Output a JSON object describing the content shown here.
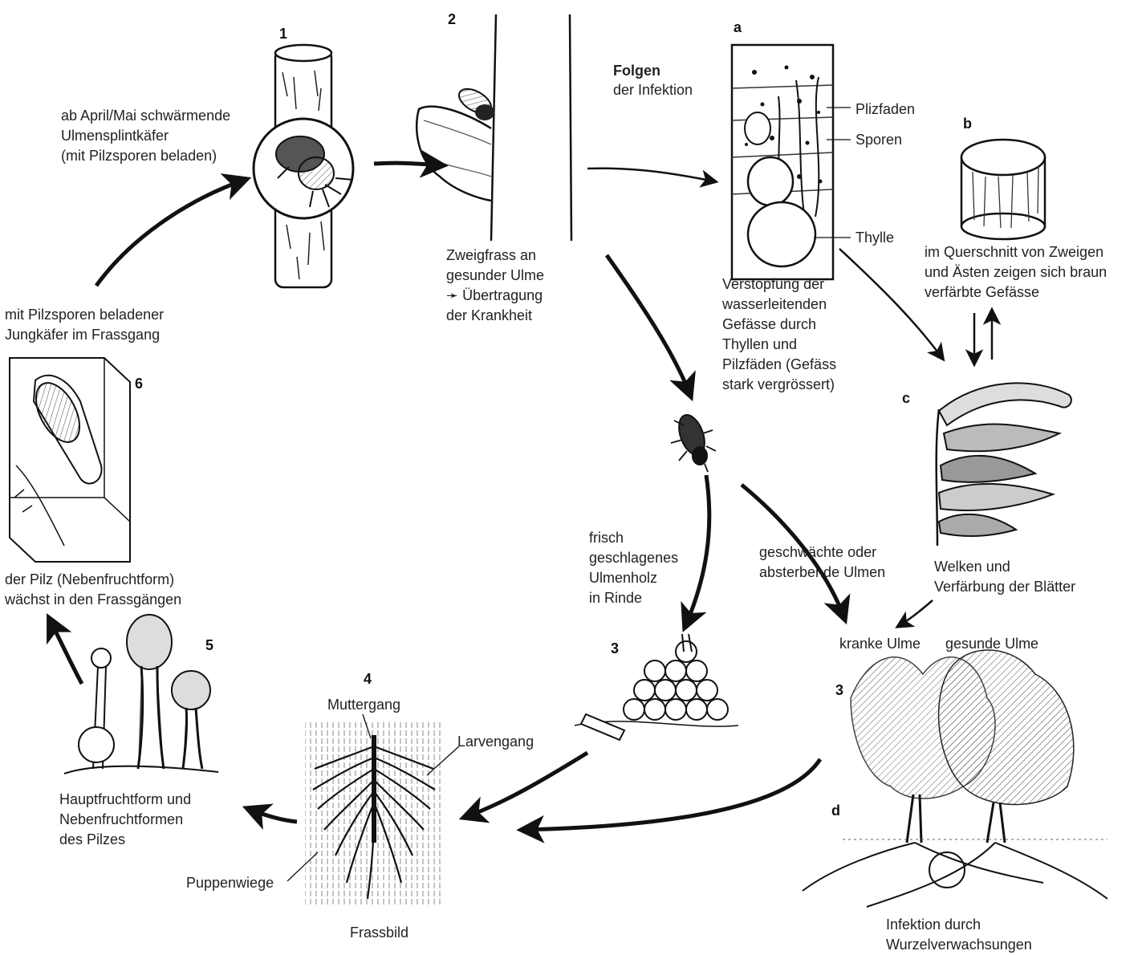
{
  "colors": {
    "ink": "#111111",
    "paper": "#ffffff",
    "shade": "#d9d9d9"
  },
  "steps": {
    "s1": {
      "num": "1",
      "caption": "ab April/Mai schwärmende\nUlmensplintkäfer\n(mit Pilzsporen beladen)"
    },
    "s2": {
      "num": "2",
      "caption": "Zweigfrass an\ngesunder Ulme\n➛ Übertragung\nder Krankheit"
    },
    "s3a": {
      "num": "3",
      "caption": "frisch\ngeschlagenes\nUlmenholz\nin Rinde"
    },
    "s3b": {
      "num": "3",
      "caption": "geschwächte oder\nabsterbende Ulmen"
    },
    "s4": {
      "num": "4",
      "caption": "Frassbild",
      "muttergang": "Muttergang",
      "larvengang": "Larvengang",
      "puppenwiege": "Puppenwiege"
    },
    "s5": {
      "num": "5",
      "caption": "Hauptfruchtform und\nNebenfruchtformen\ndes Pilzes"
    },
    "s6": {
      "num": "6",
      "caption_top": "mit Pilzsporen beladener\nJungkäfer im Frassgang",
      "caption_bottom": "der Pilz (Nebenfruchtform)\nwächst in den Frassgängen"
    }
  },
  "folgen": {
    "title": "Folgen",
    "subtitle": "der Infektion",
    "a": {
      "letter": "a",
      "plizfaden": "Plizfaden",
      "sporen": "Sporen",
      "thylle": "Thylle",
      "caption": "Verstopfung der\nwasserleitenden\nGefässe durch\nThyllen und\nPilzfäden (Gefäss\nstark vergrössert)"
    },
    "b": {
      "letter": "b",
      "caption": "im Querschnitt von Zweigen\nund Ästen zeigen sich braun\nverfärbte Gefässe"
    },
    "c": {
      "letter": "c",
      "caption": "Welken und\nVerfärbung der Blätter"
    },
    "d": {
      "letter": "d",
      "kranke": "kranke Ulme",
      "gesunde": "gesunde Ulme",
      "caption": "Infektion durch\nWurzelverwachsungen"
    }
  }
}
